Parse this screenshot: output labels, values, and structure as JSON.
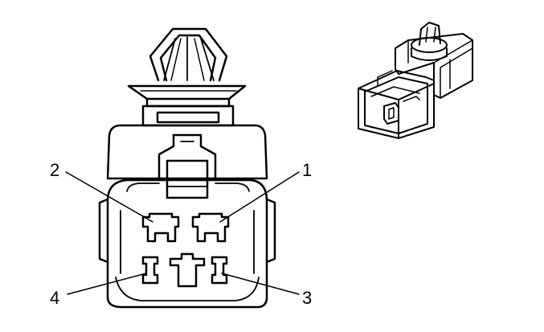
{
  "diagram": {
    "pin_labels": {
      "pin1": "1",
      "pin2": "2",
      "pin3": "3",
      "pin4": "4"
    },
    "line_color": "#000000",
    "background": "#ffffff",
    "views": [
      "connector-face-view",
      "connector-isometric-view"
    ]
  }
}
